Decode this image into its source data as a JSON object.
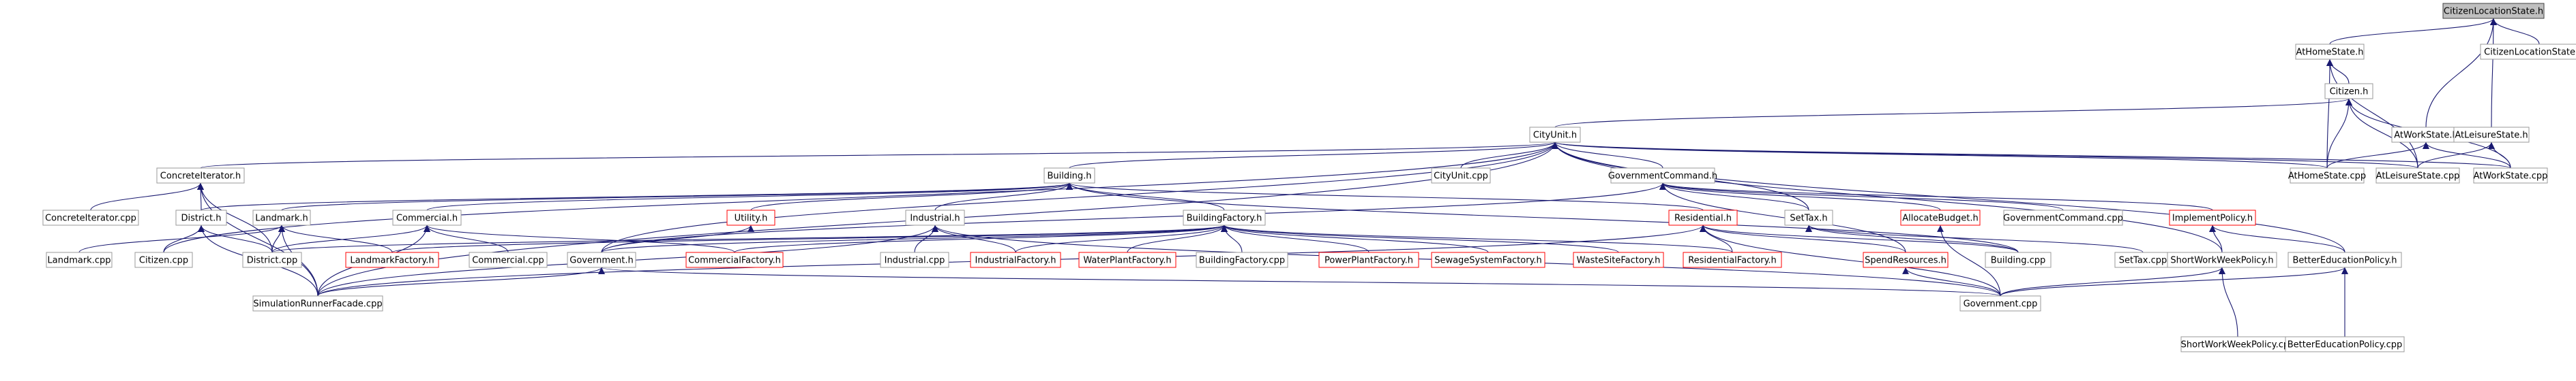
{
  "graph": {
    "title": "",
    "edge_color": "#191970",
    "nodes": [
      {
        "id": "root",
        "label": "CitizenLocationState.h",
        "status": "root"
      },
      {
        "id": "athomeh",
        "label": "AtHomeState.h"
      },
      {
        "id": "clscpp",
        "label": "CitizenLocationState.cpp"
      },
      {
        "id": "citizenh",
        "label": "Citizen.h"
      },
      {
        "id": "atworkh",
        "label": "AtWorkState.h"
      },
      {
        "id": "atleisureh",
        "label": "AtLeisureState.h"
      },
      {
        "id": "cityunith",
        "label": "CityUnit.h"
      },
      {
        "id": "concreteiterh",
        "label": "ConcreteIterator.h"
      },
      {
        "id": "buildingh",
        "label": "Building.h"
      },
      {
        "id": "cityunitcpp",
        "label": "CityUnit.cpp"
      },
      {
        "id": "govcmdh",
        "label": "GovernmentCommand.h"
      },
      {
        "id": "athomecpp",
        "label": "AtHomeState.cpp"
      },
      {
        "id": "atleisurecpp",
        "label": "AtLeisureState.cpp"
      },
      {
        "id": "atworkcpp",
        "label": "AtWorkState.cpp"
      },
      {
        "id": "concreteitercpp",
        "label": "ConcreteIterator.cpp"
      },
      {
        "id": "districth",
        "label": "District.h"
      },
      {
        "id": "landmarkh",
        "label": "Landmark.h"
      },
      {
        "id": "commercialh",
        "label": "Commercial.h"
      },
      {
        "id": "utilityh",
        "label": "Utility.h",
        "status": "missing"
      },
      {
        "id": "industrialh",
        "label": "Industrial.h"
      },
      {
        "id": "buildingfactoryh",
        "label": "BuildingFactory.h"
      },
      {
        "id": "residentialh",
        "label": "Residential.h",
        "status": "missing"
      },
      {
        "id": "settaxh",
        "label": "SetTax.h"
      },
      {
        "id": "allocatebudgeth",
        "label": "AllocateBudget.h",
        "status": "missing"
      },
      {
        "id": "govcmdcpp",
        "label": "GovernmentCommand.cpp"
      },
      {
        "id": "implementpolicyh",
        "label": "ImplementPolicy.h",
        "status": "missing"
      },
      {
        "id": "landmarkcpp",
        "label": "Landmark.cpp"
      },
      {
        "id": "citizencpp",
        "label": "Citizen.cpp"
      },
      {
        "id": "districtcpp",
        "label": "District.cpp"
      },
      {
        "id": "landmarkfactoryh",
        "label": "LandmarkFactory.h",
        "status": "missing"
      },
      {
        "id": "governmenth",
        "label": "Government.h"
      },
      {
        "id": "commercialcpp",
        "label": "Commercial.cpp"
      },
      {
        "id": "commercialfactoryh",
        "label": "CommercialFactory.h",
        "status": "missing"
      },
      {
        "id": "industrialcpp",
        "label": "Industrial.cpp"
      },
      {
        "id": "industrialfactoryh",
        "label": "IndustrialFactory.h",
        "status": "missing"
      },
      {
        "id": "waterplantfactoryh",
        "label": "WaterPlantFactory.h",
        "status": "missing"
      },
      {
        "id": "buildingfactorycpp",
        "label": "BuildingFactory.cpp"
      },
      {
        "id": "powerplantfactoryh",
        "label": "PowerPlantFactory.h",
        "status": "missing"
      },
      {
        "id": "sewagefactoryh",
        "label": "SewageSystemFactory.h",
        "status": "missing"
      },
      {
        "id": "wastesitefactoryh",
        "label": "WasteSiteFactory.h",
        "status": "missing"
      },
      {
        "id": "residentialfactoryh",
        "label": "ResidentialFactory.h",
        "status": "missing"
      },
      {
        "id": "spendresourcesh",
        "label": "SpendResources.h",
        "status": "missing"
      },
      {
        "id": "buildingcpp",
        "label": "Building.cpp"
      },
      {
        "id": "settaxcpp",
        "label": "SetTax.cpp"
      },
      {
        "id": "shortworkweekh",
        "label": "ShortWorkWeekPolicy.h"
      },
      {
        "id": "bettereduh",
        "label": "BetterEducationPolicy.h"
      },
      {
        "id": "simrunnercpp",
        "label": "SimulationRunnerFacade.cpp"
      },
      {
        "id": "governmentcpp",
        "label": "Government.cpp"
      },
      {
        "id": "shortworkweekcpp",
        "label": "ShortWorkWeekPolicy.cpp"
      },
      {
        "id": "betteraducpp",
        "label": "BetterEducationPolicy.cpp"
      }
    ],
    "edges": [
      [
        "athomeh",
        "root"
      ],
      [
        "clscpp",
        "root"
      ],
      [
        "atworkh",
        "root"
      ],
      [
        "atleisureh",
        "root"
      ],
      [
        "citizenh",
        "athomeh"
      ],
      [
        "athomecpp",
        "athomeh"
      ],
      [
        "atleisurecpp",
        "athomeh"
      ],
      [
        "cityunith",
        "citizenh"
      ],
      [
        "athomecpp",
        "citizenh"
      ],
      [
        "atleisurecpp",
        "citizenh"
      ],
      [
        "atworkcpp",
        "citizenh"
      ],
      [
        "athomecpp",
        "atworkh"
      ],
      [
        "atworkcpp",
        "atworkh"
      ],
      [
        "atleisurecpp",
        "atleisureh"
      ],
      [
        "atworkcpp",
        "atleisureh"
      ],
      [
        "concreteiterh",
        "cityunith"
      ],
      [
        "buildingh",
        "cityunith"
      ],
      [
        "cityunitcpp",
        "cityunith"
      ],
      [
        "govcmdh",
        "cityunith"
      ],
      [
        "settaxh",
        "cityunith"
      ],
      [
        "athomecpp",
        "cityunith"
      ],
      [
        "atleisurecpp",
        "cityunith"
      ],
      [
        "atworkcpp",
        "cityunith"
      ],
      [
        "citizencpp",
        "cityunith"
      ],
      [
        "simrunnercpp",
        "cityunith"
      ],
      [
        "shortworkweekh",
        "cityunith"
      ],
      [
        "bettereduh",
        "cityunith"
      ],
      [
        "governmenth",
        "cityunith"
      ],
      [
        "concreteitercpp",
        "concreteiterh"
      ],
      [
        "districth",
        "concreteiterh"
      ],
      [
        "simrunnercpp",
        "concreteiterh"
      ],
      [
        "districtcpp",
        "concreteiterh"
      ],
      [
        "districtcpp",
        "districth"
      ],
      [
        "simrunnercpp",
        "districth"
      ],
      [
        "citizencpp",
        "districth"
      ],
      [
        "landmarkh",
        "buildingh"
      ],
      [
        "commercialh",
        "buildingh"
      ],
      [
        "utilityh",
        "buildingh"
      ],
      [
        "industrialh",
        "buildingh"
      ],
      [
        "buildingfactoryh",
        "buildingh"
      ],
      [
        "residentialh",
        "buildingh"
      ],
      [
        "buildingcpp",
        "buildingh"
      ],
      [
        "districth",
        "buildingh"
      ],
      [
        "landmarkcpp",
        "landmarkh"
      ],
      [
        "districtcpp",
        "landmarkh"
      ],
      [
        "landmarkfactoryh",
        "landmarkh"
      ],
      [
        "simrunnercpp",
        "landmarkh"
      ],
      [
        "commercialcpp",
        "commercialh"
      ],
      [
        "commercialfactoryh",
        "commercialh"
      ],
      [
        "districtcpp",
        "commercialh"
      ],
      [
        "simrunnercpp",
        "commercialh"
      ],
      [
        "governmenth",
        "utilityh"
      ],
      [
        "industrialcpp",
        "industrialh"
      ],
      [
        "industrialfactoryh",
        "industrialh"
      ],
      [
        "simrunnercpp",
        "industrialh"
      ],
      [
        "governmentcpp",
        "industrialh"
      ],
      [
        "landmarkfactoryh",
        "buildingfactoryh"
      ],
      [
        "commercialfactoryh",
        "buildingfactoryh"
      ],
      [
        "industrialfactoryh",
        "buildingfactoryh"
      ],
      [
        "waterplantfactoryh",
        "buildingfactoryh"
      ],
      [
        "buildingfactorycpp",
        "buildingfactoryh"
      ],
      [
        "powerplantfactoryh",
        "buildingfactoryh"
      ],
      [
        "sewagefactoryh",
        "buildingfactoryh"
      ],
      [
        "wastesitefactoryh",
        "buildingfactoryh"
      ],
      [
        "residentialfactoryh",
        "buildingfactoryh"
      ],
      [
        "governmenth",
        "buildingfactoryh"
      ],
      [
        "districtcpp",
        "buildingfactoryh"
      ],
      [
        "residentialfactoryh",
        "residentialh"
      ],
      [
        "buildingcpp",
        "residentialh"
      ],
      [
        "spendresourcesh",
        "residentialh"
      ],
      [
        "simrunnercpp",
        "residentialh"
      ],
      [
        "governmentcpp",
        "residentialh"
      ],
      [
        "settaxh",
        "govcmdh"
      ],
      [
        "allocatebudgeth",
        "govcmdh"
      ],
      [
        "govcmdcpp",
        "govcmdh"
      ],
      [
        "implementpolicyh",
        "govcmdh"
      ],
      [
        "spendresourcesh",
        "govcmdh"
      ],
      [
        "governmenth",
        "govcmdh"
      ],
      [
        "settaxcpp",
        "settaxh"
      ],
      [
        "buildingcpp",
        "settaxh"
      ],
      [
        "governmentcpp",
        "allocatebudgeth"
      ],
      [
        "shortworkweekh",
        "implementpolicyh"
      ],
      [
        "bettereduh",
        "implementpolicyh"
      ],
      [
        "simrunnercpp",
        "governmenth"
      ],
      [
        "governmentcpp",
        "governmenth"
      ],
      [
        "governmentcpp",
        "spendresourcesh"
      ],
      [
        "shortworkweekcpp",
        "shortworkweekh"
      ],
      [
        "governmentcpp",
        "shortworkweekh"
      ],
      [
        "betteraducpp",
        "bettereduh"
      ],
      [
        "governmentcpp",
        "bettereduh"
      ]
    ]
  }
}
